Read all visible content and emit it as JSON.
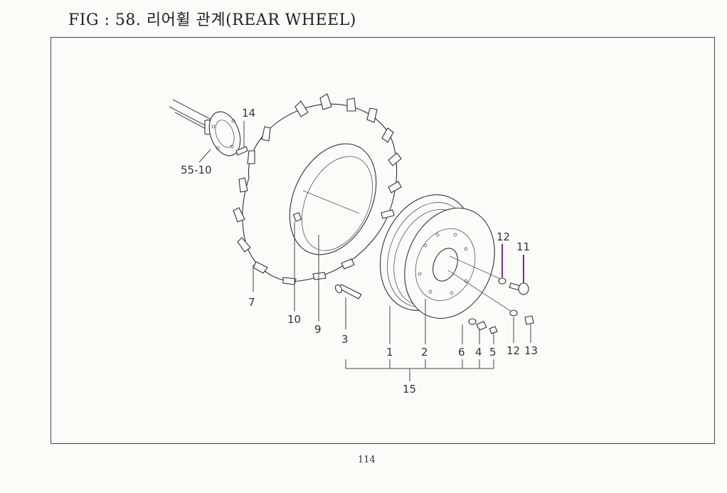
{
  "header": {
    "title": "FIG : 58. 리어휠 관계(REAR WHEEL)"
  },
  "footer": {
    "page_number": "114"
  },
  "diagram": {
    "callouts": {
      "c14": "14",
      "c55_10": "55-10",
      "c7": "7",
      "c10": "10",
      "c9": "9",
      "c3": "3",
      "c1": "1",
      "c2": "2",
      "c6": "6",
      "c4": "4",
      "c5": "5",
      "c12a": "12",
      "c11": "11",
      "c12b": "12",
      "c13": "13",
      "c15": "15"
    },
    "colors": {
      "line": "#444444",
      "highlight": "#7a2a8a"
    }
  }
}
